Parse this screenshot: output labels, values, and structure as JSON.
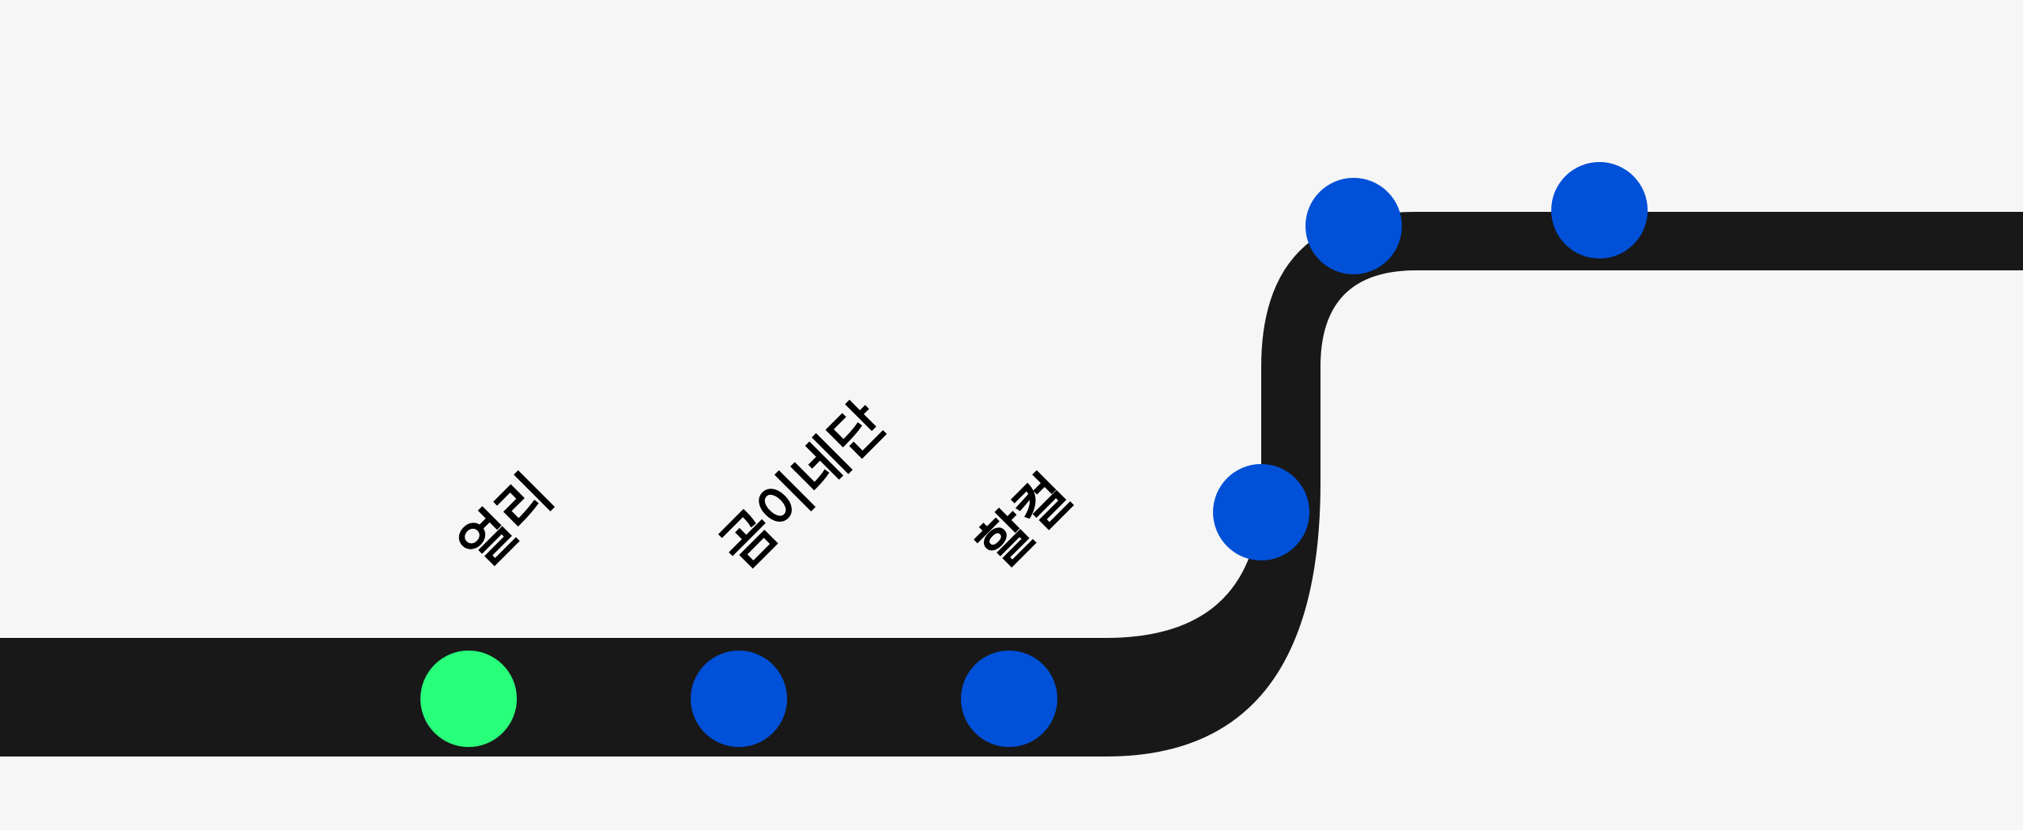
{
  "colors": {
    "background": "#f6f6f6",
    "line": "#181818",
    "station_default": "#0050d8",
    "station_current": "#28ff7a",
    "label_text": "#000000"
  },
  "stations": [
    {
      "id": "s1",
      "label": "얼리",
      "current": true
    },
    {
      "id": "s2",
      "label": "곰이네단",
      "current": false
    },
    {
      "id": "s3",
      "label": "할컬",
      "current": false
    },
    {
      "id": "s4",
      "label": "",
      "current": false
    },
    {
      "id": "s5",
      "label": "",
      "current": false
    },
    {
      "id": "s6",
      "label": "",
      "current": false
    }
  ]
}
